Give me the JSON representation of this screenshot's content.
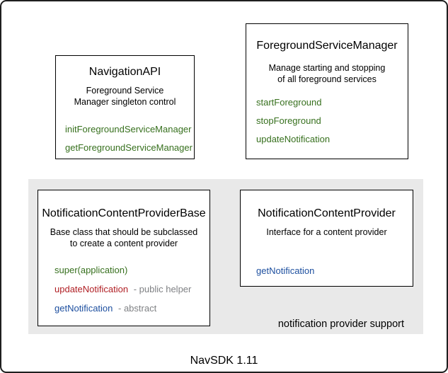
{
  "diagram": {
    "caption": "NavSDK 1.11",
    "group_label": "notification provider support"
  },
  "boxes": {
    "navigation_api": {
      "title": "NavigationAPI",
      "description_lines": [
        "Foreground Service",
        "Manager singleton control"
      ],
      "methods": [
        {
          "label": "initForegroundServiceManager",
          "note": ""
        },
        {
          "label": "getForegroundServiceManager",
          "note": ""
        }
      ]
    },
    "foreground_service_manager": {
      "title": "ForegroundServiceManager",
      "description_lines": [
        "Manage starting and stopping",
        "of all foreground services"
      ],
      "methods": [
        {
          "label": "startForeground",
          "note": ""
        },
        {
          "label": "stopForeground",
          "note": ""
        },
        {
          "label": "updateNotification",
          "note": ""
        }
      ]
    },
    "notification_content_provider_base": {
      "title": "NotificationContentProviderBase",
      "description_lines": [
        "Base class that should be subclassed",
        "to create a content provider"
      ],
      "methods": [
        {
          "label": "super(application)",
          "note": ""
        },
        {
          "label": "updateNotification",
          "note": "- public helper"
        },
        {
          "label": "getNotification",
          "note": "- abstract"
        }
      ]
    },
    "notification_content_provider": {
      "title": "NotificationContentProvider",
      "description_lines": [
        "Interface for a content provider"
      ],
      "methods": [
        {
          "label": "getNotification",
          "note": ""
        }
      ]
    }
  },
  "colors": {
    "method_green": "#37701e",
    "method_red": "#b01f24",
    "method_blue": "#1d4f9f",
    "note_gray": "#7f8184",
    "group_background": "#e9e9e9",
    "box_border": "#000000",
    "frame_border": "#1f1f1f"
  }
}
